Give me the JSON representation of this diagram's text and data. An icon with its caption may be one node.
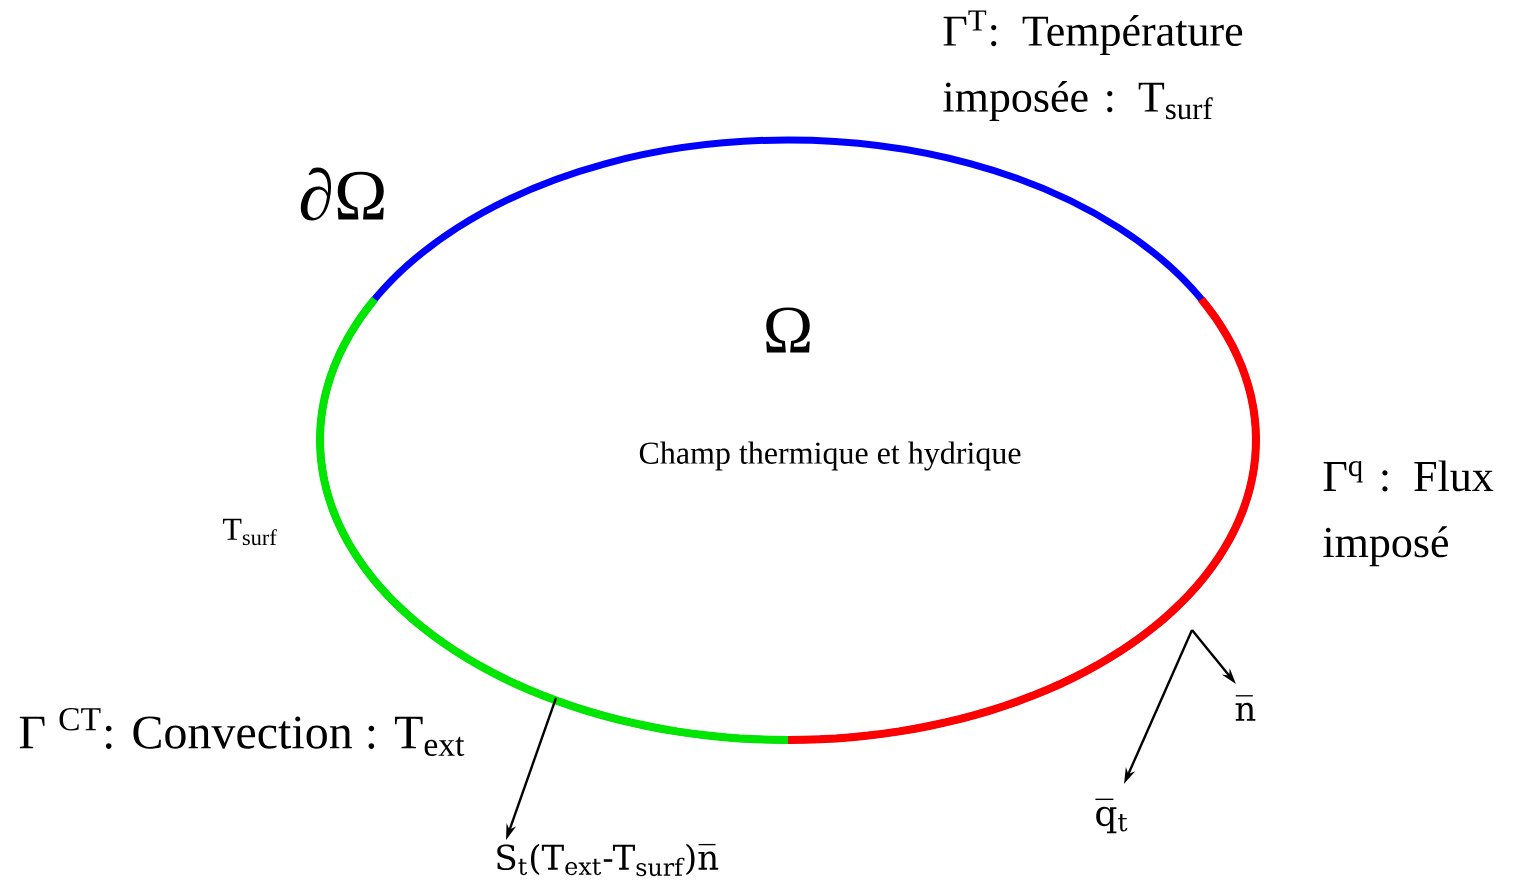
{
  "diagram": {
    "nodes": [
      {
        "text": [
          "Ω",
          "Champ thermique et hydrique"
        ]
      }
    ],
    "edges": [],
    "labels": [
      "∂Ω",
      "Γ$^{T}$: Température imposée : T$_{surf}$",
      "Γ$^{q}$ : Flux imposé",
      "T$_{surf}$",
      "Γ $^{CT}$: Convection : T$_{ext}$",
      "S$_{t}$(T$_{ext}$-T$_{surf}$)n̅",
      "n̅",
      "q̅$_{t}$"
    ]
  }
}
